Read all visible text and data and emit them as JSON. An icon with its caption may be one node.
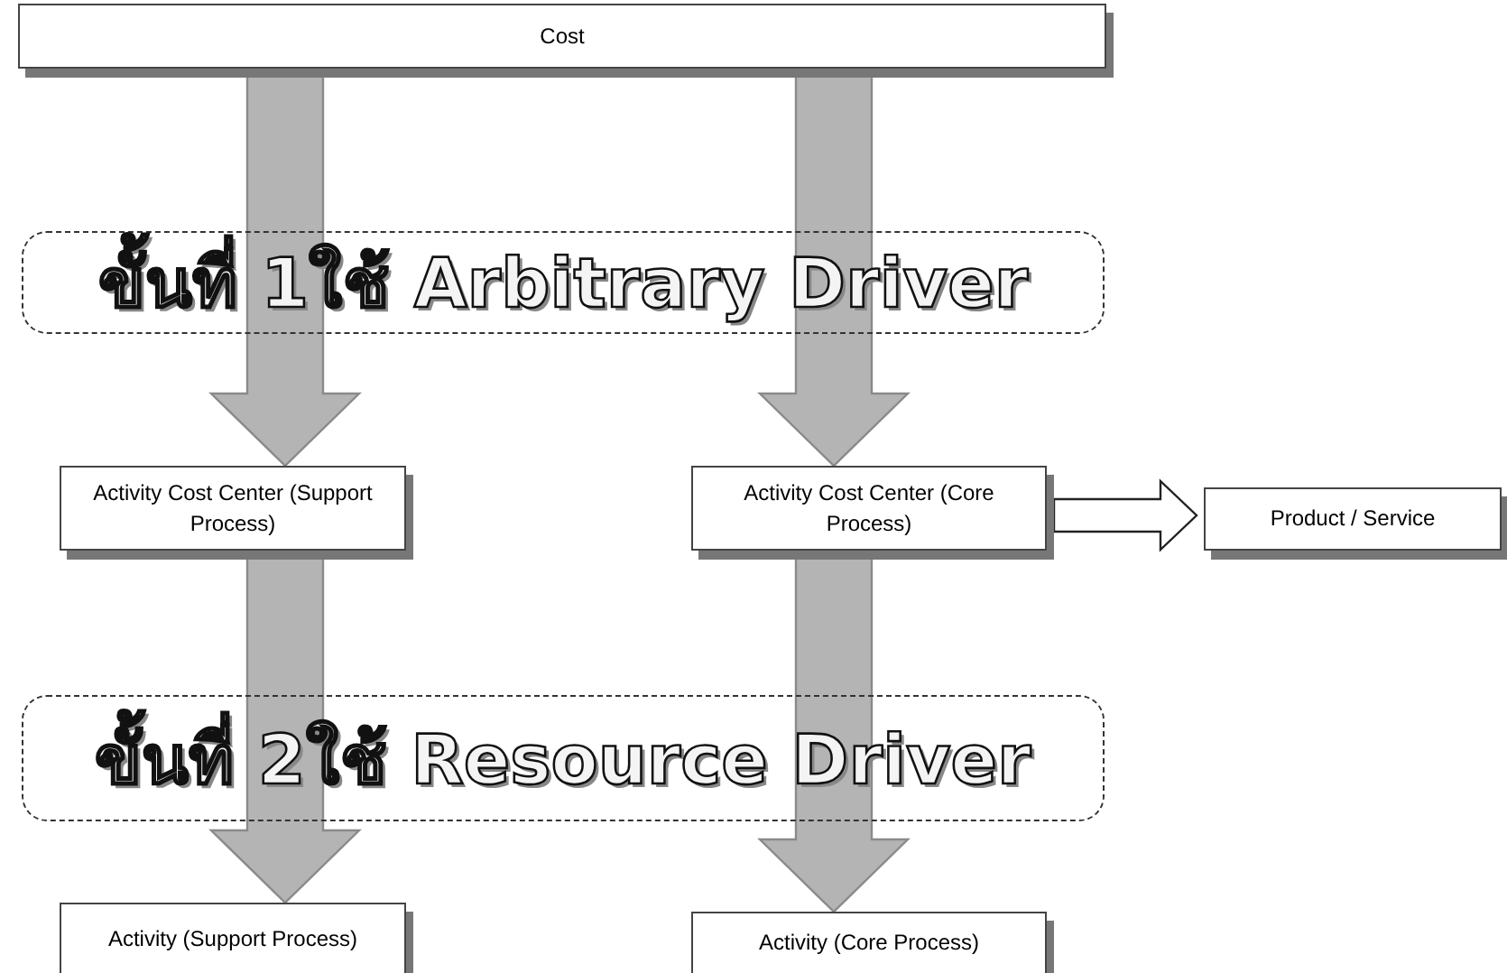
{
  "diagram": {
    "nodes": [
      {
        "text": [
          "Cost"
        ]
      },
      {
        "text": [
          "ขั้นที่ 1ใช้ Arbitrary Driver"
        ]
      },
      {
        "text": [
          "Activity Cost Center (Support Process)"
        ]
      },
      {
        "text": [
          "Activity Cost Center (Core Process)"
        ]
      },
      {
        "text": [
          "Product / Service"
        ]
      },
      {
        "text": [
          "ขั้นที่ 2ใช้ Resource Driver"
        ]
      },
      {
        "text": [
          "Activity (Support Process)"
        ]
      },
      {
        "text": [
          "Activity (Core Process)"
        ]
      }
    ],
    "edges": [
      {
        "from": 0,
        "to": 2,
        "arrow": "to"
      },
      {
        "from": 0,
        "to": 3,
        "arrow": "to"
      },
      {
        "from": 3,
        "to": 4,
        "arrow": "to"
      },
      {
        "from": 2,
        "to": 6,
        "arrow": "to"
      },
      {
        "from": 3,
        "to": 7,
        "arrow": "to"
      }
    ]
  }
}
